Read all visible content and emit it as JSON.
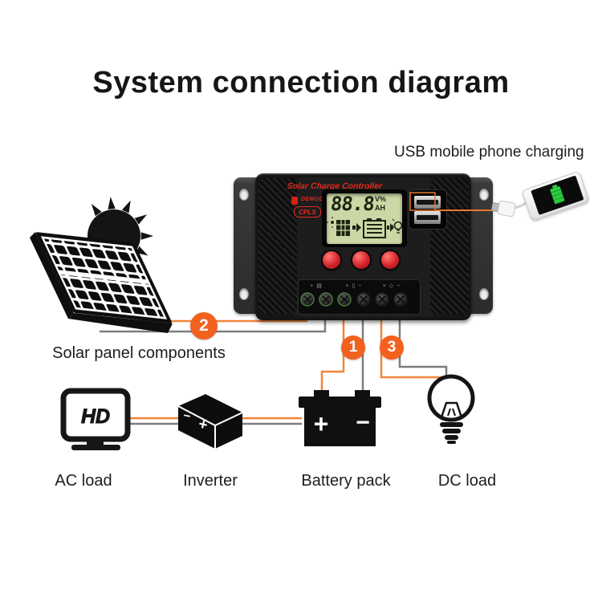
{
  "title": "System connection diagram",
  "usb_callout_label": "USB mobile phone charging",
  "controller": {
    "header": "Solar Charge Controller",
    "brand": "DEMUDA",
    "badge": "CPLS",
    "lcd": {
      "value": "88.8",
      "unit_top": "V%",
      "unit_bottom": "AH",
      "icons": [
        "sun",
        "solar-panel",
        "arrow-right",
        "battery",
        "arrow-right",
        "bulb"
      ]
    },
    "terminal_marks": {
      "solar": "+ ▤",
      "battery": "+ ▯ −",
      "load": "+ ◇ −"
    }
  },
  "markers": {
    "battery": "1",
    "solar": "2",
    "dc_load": "3"
  },
  "labels": {
    "solar_panel": "Solar panel components",
    "ac_load": "AC load",
    "inverter": "Inverter",
    "battery": "Battery pack",
    "dc_load": "DC load"
  },
  "icons": {
    "monitor_text": "HD",
    "battery_plus": "+",
    "battery_minus": "−",
    "inverter_plus": "+",
    "inverter_minus": "−"
  },
  "colors": {
    "accent": "#f2611d",
    "wireOrange": "#f5823a",
    "wireGray": "#7d7d7d",
    "lcd": "#ccd7a6",
    "buttonRed": "#d5232b",
    "redText": "#e02a1e",
    "chargeGreen": "#2ecc40"
  }
}
